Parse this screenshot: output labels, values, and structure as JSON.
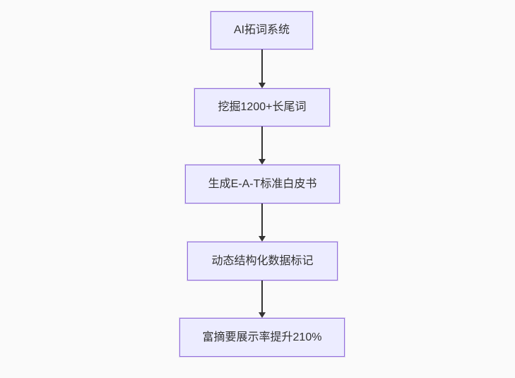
{
  "flowchart": {
    "title": "",
    "direction": "top-down",
    "colors": {
      "background": "#fafafa",
      "node_fill": "#ececff",
      "node_border": "#9370db",
      "node_text": "#333333",
      "arrow": "#333333"
    },
    "nodes": [
      {
        "id": "1",
        "label": "AI拓词系统"
      },
      {
        "id": "2",
        "label": "挖掘1200+长尾词"
      },
      {
        "id": "3",
        "label": "生成E-A-T标准白皮书"
      },
      {
        "id": "4",
        "label": "动态结构化数据标记"
      },
      {
        "id": "5",
        "label": "富摘要展示率提升210%"
      }
    ],
    "edges": [
      {
        "from": "1",
        "to": "2",
        "label": ""
      },
      {
        "from": "2",
        "to": "3",
        "label": ""
      },
      {
        "from": "3",
        "to": "4",
        "label": ""
      },
      {
        "from": "4",
        "to": "5",
        "label": ""
      }
    ]
  }
}
